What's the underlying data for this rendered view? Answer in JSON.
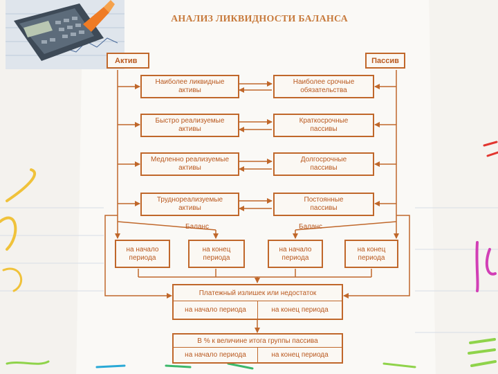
{
  "title": "АНАЛИЗ ЛИКВИДНОСТИ БАЛАНСА",
  "header": {
    "assets": "Актив",
    "liabilities": "Пассив"
  },
  "assets": [
    "Наиболее ликвидные\nактивы",
    "Быстро реализуемые\nактивы",
    "Медленно реализуемые\nактивы",
    "Труднореализуемые\nактивы"
  ],
  "liabilities": [
    "Наиболее срочные\nобязательства",
    "Краткосрочные\nпассивы",
    "Долгосрочные\nпассивы",
    "Постоянные\nпассивы"
  ],
  "balance_label": "Баланс",
  "period_start": "на начало\nпериода",
  "period_end": "на конец\nпериода",
  "surplus": {
    "title": "Платежный излишек или недостаток",
    "start": "на начало периода",
    "end": "на конец периода"
  },
  "percent": {
    "title": "В % к величине итога группы пассива",
    "start": "на начало периода",
    "end": "на конец периода"
  },
  "colors": {
    "accent": "#c0672a",
    "text": "#b9581e",
    "title": "#c77a3c"
  }
}
